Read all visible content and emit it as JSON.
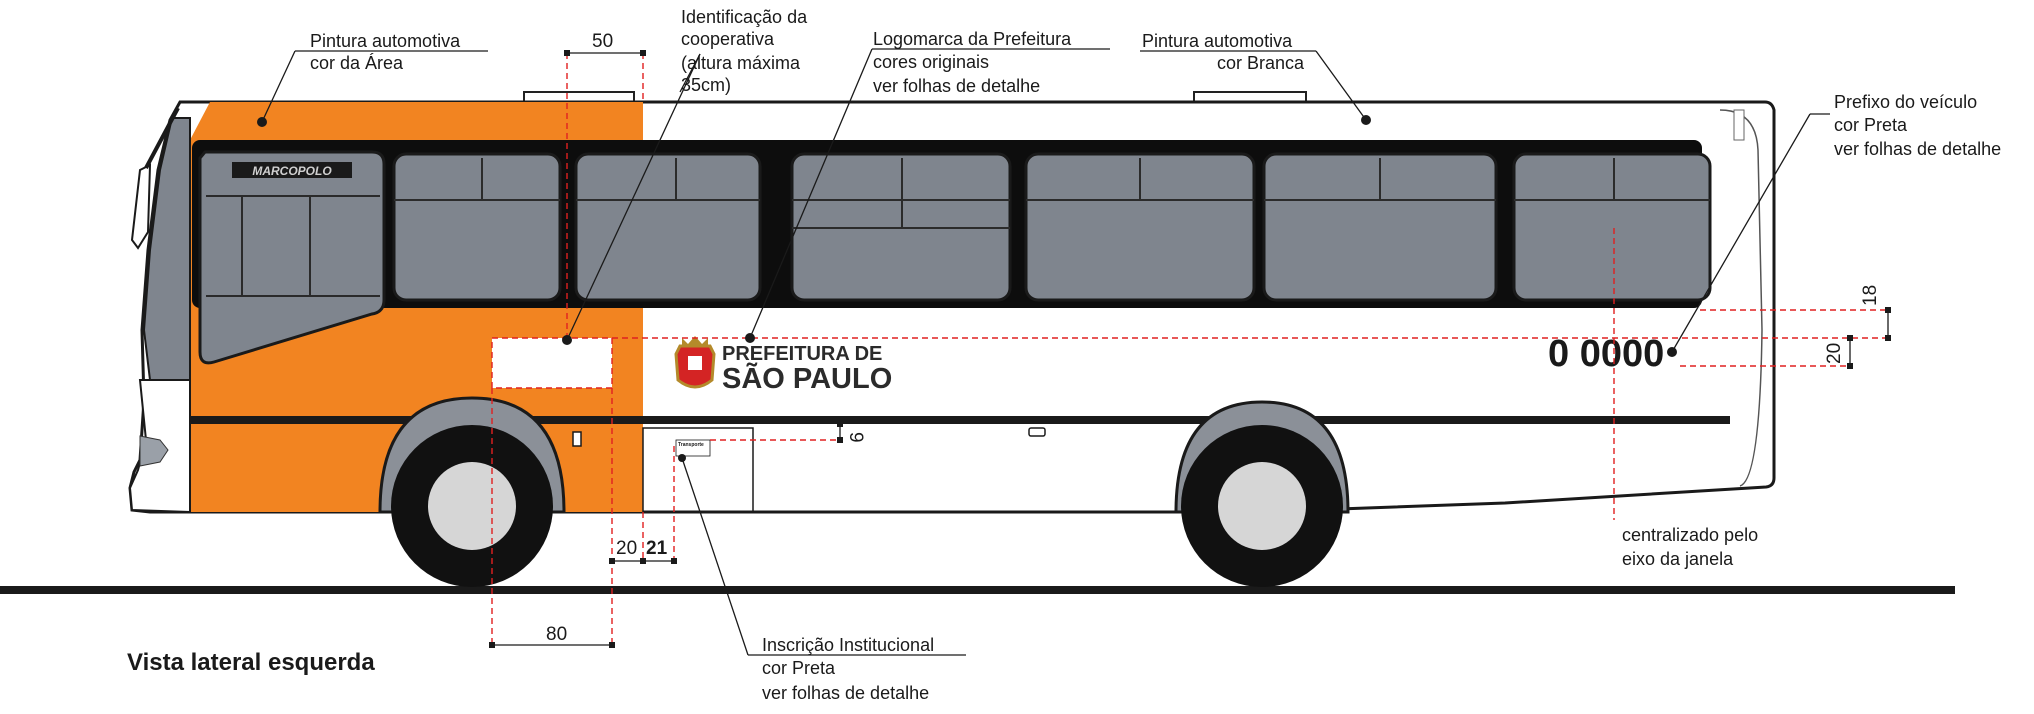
{
  "labels": {
    "area_paint": [
      "Pintura automotiva",
      "cor da Área"
    ],
    "coop_id": [
      "Identificação da",
      "cooperativa",
      "(altura máxima",
      "35cm)"
    ],
    "logo": [
      "Logomarca da Prefeitura",
      "cores originais",
      "ver folhas de detalhe"
    ],
    "white_paint": [
      "Pintura automotiva",
      "cor Branca"
    ],
    "prefix_label": [
      "Prefixo do veículo",
      "cor Preta",
      "ver folhas de detalhe"
    ],
    "centered": [
      "centralizado pelo",
      "eixo da janela"
    ],
    "institutional": [
      "Inscrição Institucional",
      "cor Preta",
      "ver folhas de detalhe"
    ]
  },
  "dimensions": {
    "d50": "50",
    "d18": "18",
    "d20_right": "20",
    "d9": "9",
    "d20_bottom": "20",
    "d21": "21",
    "d80": "80"
  },
  "bus": {
    "prefix": "0 0000",
    "logo_line1": "PREFEITURA DE",
    "logo_line2": "SÃO PAULO",
    "brand_plate": "MARCOPOLO",
    "plate_text": "Transporte"
  },
  "view_title": "Vista lateral esquerda",
  "colors": {
    "area": "#F28421",
    "body": "#FFFFFF",
    "window": "#7F858E",
    "ground": "#1A1A1A",
    "dim_line": "#E02020"
  }
}
